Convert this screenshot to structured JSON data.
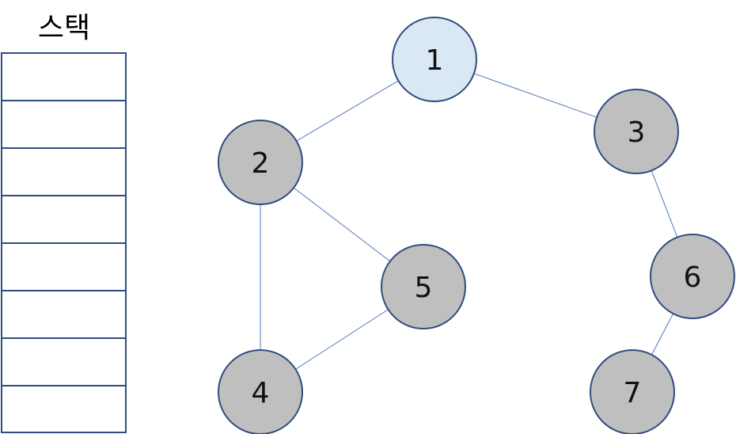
{
  "stack": {
    "title": "스택",
    "slots": [
      "",
      "",
      "",
      "",
      "",
      "",
      "",
      ""
    ]
  },
  "graph": {
    "nodes": [
      {
        "id": "1",
        "label": "1",
        "state": "current"
      },
      {
        "id": "2",
        "label": "2",
        "state": "unvisited"
      },
      {
        "id": "3",
        "label": "3",
        "state": "unvisited"
      },
      {
        "id": "4",
        "label": "4",
        "state": "unvisited"
      },
      {
        "id": "5",
        "label": "5",
        "state": "unvisited"
      },
      {
        "id": "6",
        "label": "6",
        "state": "unvisited"
      },
      {
        "id": "7",
        "label": "7",
        "state": "unvisited"
      }
    ],
    "edges": [
      [
        "1",
        "2"
      ],
      [
        "1",
        "3"
      ],
      [
        "2",
        "4"
      ],
      [
        "2",
        "5"
      ],
      [
        "4",
        "5"
      ],
      [
        "3",
        "6"
      ],
      [
        "6",
        "7"
      ]
    ]
  },
  "colors": {
    "current_fill": "#dae8f6",
    "unvisited_fill": "#bfbfbf",
    "node_stroke": "#2f4d7f",
    "edge": "#4f79b8"
  }
}
